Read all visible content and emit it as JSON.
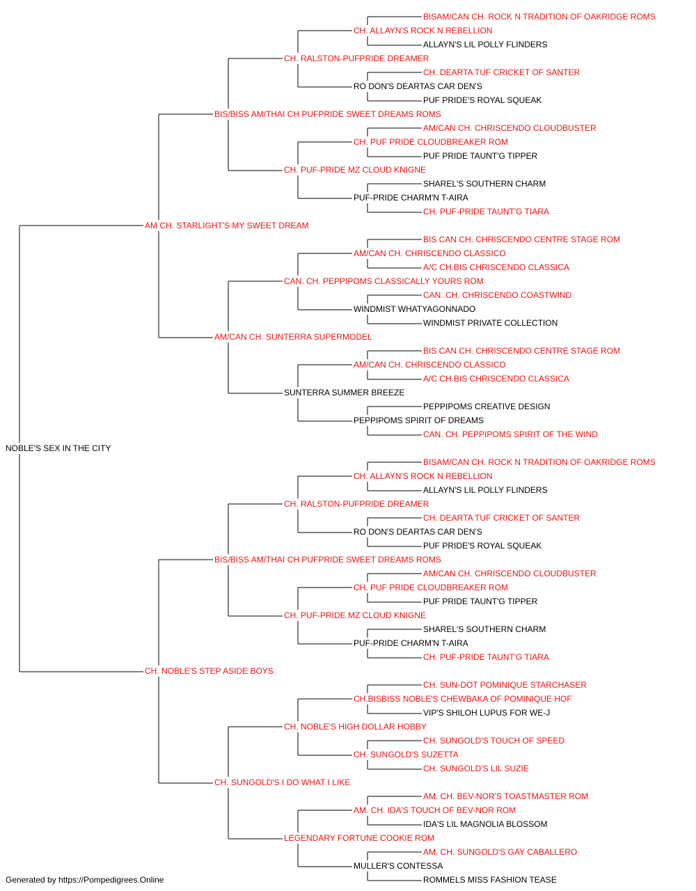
{
  "colors": {
    "champion": "#ee1111",
    "plain": "#000000",
    "line": "#000000"
  },
  "footer": {
    "text": "Generated by https://Pompedigrees.Online"
  },
  "pedigree": {
    "name": "NOBLE'S SEX IN THE CITY",
    "ch": false,
    "sire": {
      "name": "AM CH. STARLIGHT'S MY SWEET DREAM",
      "ch": true,
      "sire": {
        "name": "BIS/BISS AM/THAI CH PUFPRIDE SWEET DREAMS ROMS",
        "ch": true,
        "sire": {
          "name": "CH. RALSTON-PUFPRIDE DREAMER",
          "ch": true,
          "sire": {
            "name": "CH. ALLAYN'S ROCK N REBELLION",
            "ch": true,
            "sire": {
              "name": "BISAM/CAN CH. ROCK N TRADITION OF OAKRIDGE ROMS",
              "ch": true
            },
            "dam": {
              "name": "ALLAYN'S LIL POLLY FLINDERS",
              "ch": false
            }
          },
          "dam": {
            "name": "RO DON'S DEARTAS CAR DEN'S",
            "ch": false,
            "sire": {
              "name": "CH. DEARTA TUF CRICKET OF SANTER",
              "ch": true
            },
            "dam": {
              "name": "PUF PRIDE'S ROYAL SQUEAK",
              "ch": false
            }
          }
        },
        "dam": {
          "name": "CH. PUF-PRIDE MZ CLOUD KNIGNE",
          "ch": true,
          "sire": {
            "name": "CH. PUF PRIDE CLOUDBREAKER ROM",
            "ch": true,
            "sire": {
              "name": "AM/CAN CH. CHRISCENDO CLOUDBUSTER",
              "ch": true
            },
            "dam": {
              "name": "PUF PRIDE TAUNT'G TIPPER",
              "ch": false
            }
          },
          "dam": {
            "name": "PUF-PRIDE CHARM'N T-AIRA",
            "ch": false,
            "sire": {
              "name": "SHAREL'S SOUTHERN CHARM",
              "ch": false
            },
            "dam": {
              "name": "CH. PUF-PRIDE TAUNT'G TIARA",
              "ch": true
            }
          }
        }
      },
      "dam": {
        "name": "AM/CAN CH. SUNTERRA SUPERMODEL",
        "ch": true,
        "sire": {
          "name": "CAN. CH. PEPPIPOMS CLASSICALLY YOURS ROM",
          "ch": true,
          "sire": {
            "name": "AM/CAN CH. CHRISCENDO CLASSICO",
            "ch": true,
            "sire": {
              "name": "BIS CAN CH. CHRISCENDO CENTRE STAGE ROM",
              "ch": true
            },
            "dam": {
              "name": "A/C CH.BIS CHRISCENDO CLASSICA",
              "ch": true
            }
          },
          "dam": {
            "name": "WINDMIST WHATYAGONNADO",
            "ch": false,
            "sire": {
              "name": "CAN. CH. CHRISCENDO COASTWIND",
              "ch": true
            },
            "dam": {
              "name": "WINDMIST PRIVATE COLLECTION",
              "ch": false
            }
          }
        },
        "dam": {
          "name": "SUNTERRA SUMMER BREEZE",
          "ch": false,
          "sire": {
            "name": "AM/CAN CH. CHRISCENDO CLASSICO",
            "ch": true,
            "sire": {
              "name": "BIS CAN CH. CHRISCENDO CENTRE STAGE ROM",
              "ch": true
            },
            "dam": {
              "name": "A/C CH.BIS CHRISCENDO CLASSICA",
              "ch": true
            }
          },
          "dam": {
            "name": "PEPPIPOMS SPIRIT OF DREAMS",
            "ch": false,
            "sire": {
              "name": "PEPPIPOMS CREATIVE DESIGN",
              "ch": false
            },
            "dam": {
              "name": "CAN. CH. PEPPIPOMS SPIRIT OF THE WIND",
              "ch": true
            }
          }
        }
      }
    },
    "dam": {
      "name": "CH. NOBLE'S STEP ASIDE BOYS",
      "ch": true,
      "sire": {
        "name": "BIS/BISS AM/THAI CH PUFPRIDE SWEET DREAMS ROMS",
        "ch": true,
        "sire": {
          "name": "CH. RALSTON-PUFPRIDE DREAMER",
          "ch": true,
          "sire": {
            "name": "CH. ALLAYN'S ROCK N REBELLION",
            "ch": true,
            "sire": {
              "name": "BISAM/CAN CH. ROCK N TRADITION OF OAKRIDGE ROMS",
              "ch": true
            },
            "dam": {
              "name": "ALLAYN'S LIL POLLY FLINDERS",
              "ch": false
            }
          },
          "dam": {
            "name": "RO DON'S DEARTAS CAR DEN'S",
            "ch": false,
            "sire": {
              "name": "CH. DEARTA TUF CRICKET OF SANTER",
              "ch": true
            },
            "dam": {
              "name": "PUF PRIDE'S ROYAL SQUEAK",
              "ch": false
            }
          }
        },
        "dam": {
          "name": "CH. PUF-PRIDE MZ CLOUD KNIGNE",
          "ch": true,
          "sire": {
            "name": "CH. PUF PRIDE CLOUDBREAKER ROM",
            "ch": true,
            "sire": {
              "name": "AM/CAN CH. CHRISCENDO CLOUDBUSTER",
              "ch": true
            },
            "dam": {
              "name": "PUF PRIDE TAUNT'G TIPPER",
              "ch": false
            }
          },
          "dam": {
            "name": "PUF-PRIDE CHARM'N T-AIRA",
            "ch": false,
            "sire": {
              "name": "SHAREL'S SOUTHERN CHARM",
              "ch": false
            },
            "dam": {
              "name": "CH. PUF-PRIDE TAUNT'G TIARA",
              "ch": true
            }
          }
        }
      },
      "dam": {
        "name": "CH. SUNGOLD'S I DO WHAT I LIKE",
        "ch": true,
        "sire": {
          "name": "CH. NOBLE'S HIGH DOLLAR HOBBY",
          "ch": true,
          "sire": {
            "name": "CH.BISBISS NOBLE'S CHEWBAKA OF POMINIQUE HOF",
            "ch": true,
            "sire": {
              "name": "CH. SUN-DOT POMINIQUE STARCHASER",
              "ch": true
            },
            "dam": {
              "name": "VIP'S SHILOH LUPUS FOR WE-J",
              "ch": false
            }
          },
          "dam": {
            "name": "CH. SUNGOLD'S SUZETTA",
            "ch": true,
            "sire": {
              "name": "CH. SUNGOLD'S TOUCH OF SPEED",
              "ch": true
            },
            "dam": {
              "name": "CH. SUNGOLD'S LIL SUZIE",
              "ch": true
            }
          }
        },
        "dam": {
          "name": "LEGENDARY FORTUNE COOKIE ROM",
          "ch": true,
          "sire": {
            "name": "AM. CH. IDA'S TOUCH OF BEV-NOR ROM",
            "ch": true,
            "sire": {
              "name": "AM. CH. BEV-NOR'S TOASTMASTER ROM",
              "ch": true
            },
            "dam": {
              "name": "IDA'S LIL MAGNOLIA BLOSSOM",
              "ch": false
            }
          },
          "dam": {
            "name": "MULLER'S CONTESSA",
            "ch": false,
            "sire": {
              "name": "AM. CH. SUNGOLD'S GAY CABALLERO",
              "ch": true
            },
            "dam": {
              "name": "ROMMELS MISS FASHION TEASE",
              "ch": false
            }
          }
        }
      }
    }
  }
}
